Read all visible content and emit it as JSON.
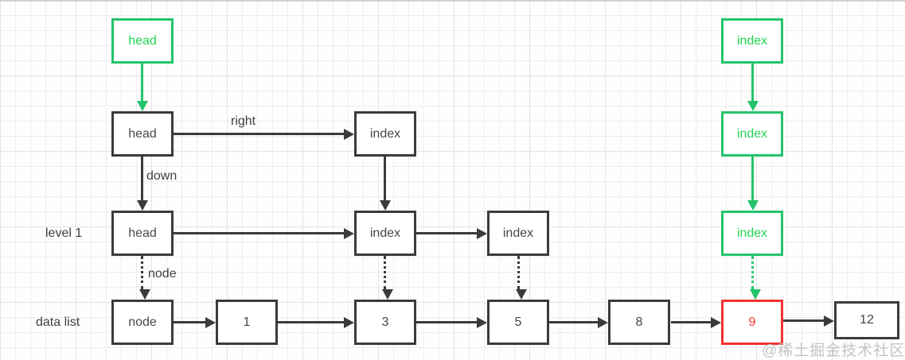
{
  "diagram": {
    "title_hint": "skip list structure diagram",
    "nodes": {
      "head_top": "head",
      "head_l2": "head",
      "head_l1": "head",
      "index_l2": "index",
      "index_l1_a": "index",
      "index_l1_b": "index",
      "index_g1": "index",
      "index_g2": "index",
      "index_g3": "index",
      "node": "node",
      "d1": "1",
      "d3": "3",
      "d5": "5",
      "d8": "8",
      "d9": "9",
      "d12": "12"
    },
    "edge_labels": {
      "right": "right",
      "down": "down",
      "node": "node"
    },
    "row_labels": {
      "level1": "level 1",
      "data_list": "data list"
    },
    "colors": {
      "green_border": "#24c46a",
      "green_text": "#21d453",
      "red": "#f43131",
      "line_dark": "#3b3b3b",
      "label_text": "#3f3f3f",
      "watermark": "#c2c2c2"
    },
    "watermark": "@稀土掘金技术社区"
  }
}
